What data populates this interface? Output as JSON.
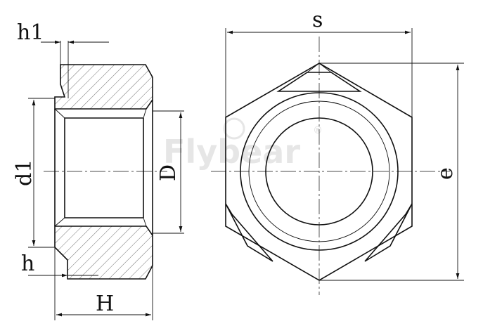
{
  "labels": {
    "h1": "h1",
    "d1": "d1",
    "h": "h",
    "H": "H",
    "D": "D",
    "s": "s",
    "e": "e"
  },
  "watermark": {
    "text": "Flybear",
    "mark": "®"
  },
  "colors": {
    "ink": "#111111",
    "watermark": "#e6e6e6",
    "background": "#ffffff"
  }
}
